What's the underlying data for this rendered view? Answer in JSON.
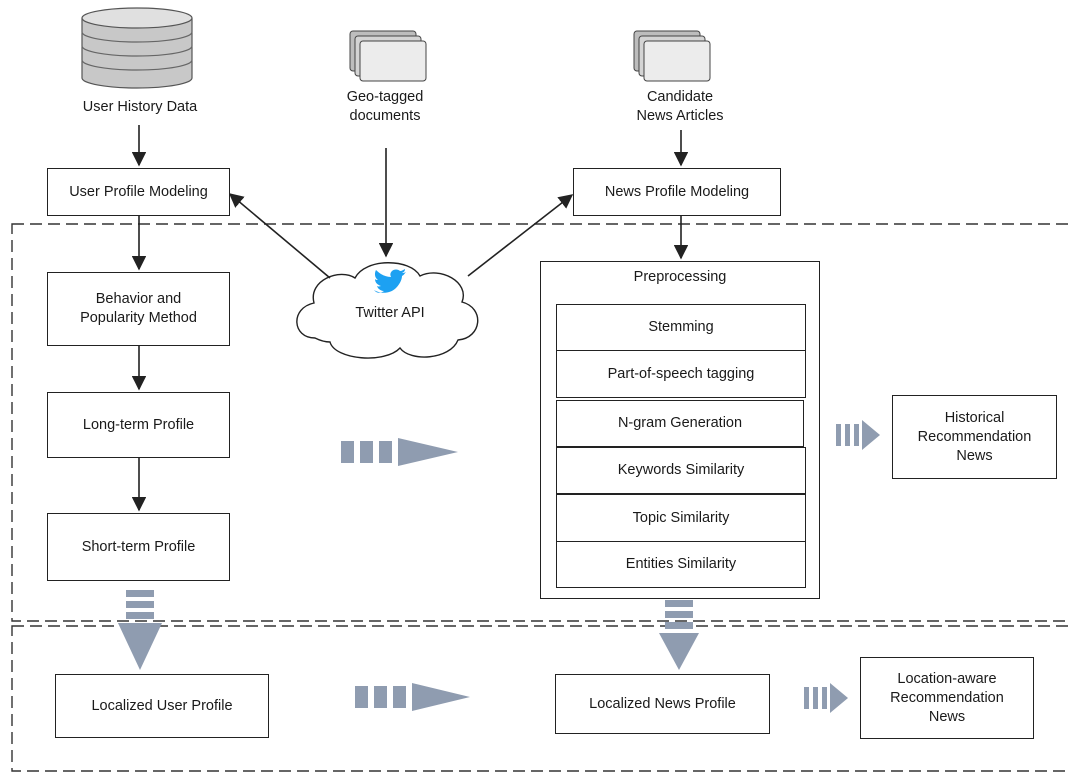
{
  "sources": {
    "user_history": "User History Data",
    "geo_tagged": "Geo-tagged\ndocuments",
    "candidate_news": "Candidate\nNews Articles"
  },
  "api": {
    "label": "Twitter API",
    "icon": "twitter-bird-icon",
    "accent": "#1da1f2"
  },
  "user_profile_modeling": "User Profile Modeling",
  "news_profile_modeling": "News Profile Modeling",
  "behavior_method": "Behavior and\nPopularity Method",
  "long_term_profile": "Long-term Profile",
  "short_term_profile": "Short-term Profile",
  "preprocessing": {
    "title": "Preprocessing",
    "steps": [
      "Stemming",
      "Part-of-speech tagging",
      "N-gram Generation",
      "Keywords Similarity",
      "Topic Similarity",
      "Entities Similarity"
    ]
  },
  "historical_recommendation": "Historical\nRecommendation\nNews",
  "localized_user_profile": "Localized User Profile",
  "localized_news_profile": "Localized News Profile",
  "location_aware_recommendation": "Location-aware\nRecommendation\nNews",
  "colors": {
    "flow_arrow": "#8f9cb0",
    "line": "#222222"
  }
}
